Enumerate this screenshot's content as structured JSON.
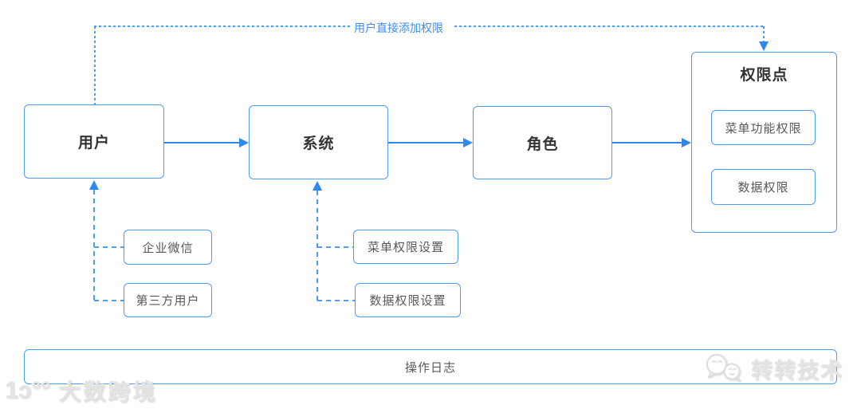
{
  "flow_annotation": {
    "label": "用户直接添加权限"
  },
  "nodes": {
    "user": {
      "label": "用户"
    },
    "system": {
      "label": "系统"
    },
    "role": {
      "label": "角色"
    },
    "permission_point": {
      "title": "权限点",
      "items": [
        {
          "label": "菜单功能权限"
        },
        {
          "label": "数据权限"
        }
      ]
    },
    "enterprise_wechat": {
      "label": "企业微信"
    },
    "third_party_user": {
      "label": "第三方用户"
    },
    "menu_permission_setting": {
      "label": "菜单权限设置"
    },
    "data_permission_setting": {
      "label": "数据权限设置"
    },
    "operation_log": {
      "label": "操作日志"
    }
  },
  "colors": {
    "solid_line": "#2f87f0",
    "box_border": "#4f9cf5",
    "dashed_line": "#4f9cf5",
    "annotation_text": "#3f8ef2",
    "main_text": "#333333",
    "sub_text": "#595959"
  },
  "watermarks": {
    "bottom_left": {
      "logo": "1ɔ°°",
      "text": "大数跨境"
    },
    "bottom_right": {
      "text": "转转技术"
    }
  }
}
